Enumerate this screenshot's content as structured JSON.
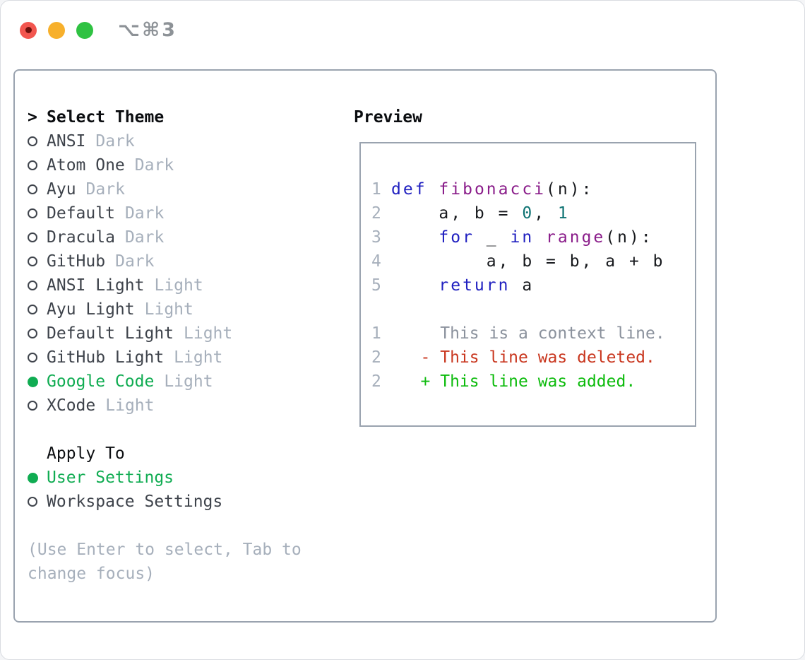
{
  "titlebar": {
    "shortcut": "⌥⌘3"
  },
  "colors": {
    "selected_green": "#10ac52",
    "diff_added_green": "#0dbb0d",
    "diff_deleted_red": "#c9371f",
    "keyword_blue": "#2020c0",
    "type_purple": "#8a1d8a",
    "literal_teal": "#0e7373",
    "muted_gray": "#a6afbb",
    "panel_border": "#9aa3af",
    "traffic_red": "#f2564f",
    "traffic_yellow": "#f7b02c",
    "traffic_green": "#2fc242"
  },
  "theme_list": {
    "prompt": ">",
    "header": "Select Theme",
    "items": [
      {
        "name": "ANSI",
        "variant": "Dark",
        "selected": false
      },
      {
        "name": "Atom One",
        "variant": "Dark",
        "selected": false
      },
      {
        "name": "Ayu",
        "variant": "Dark",
        "selected": false
      },
      {
        "name": "Default",
        "variant": "Dark",
        "selected": false
      },
      {
        "name": "Dracula",
        "variant": "Dark",
        "selected": false
      },
      {
        "name": "GitHub",
        "variant": "Dark",
        "selected": false
      },
      {
        "name": "ANSI Light",
        "variant": "Light",
        "selected": false
      },
      {
        "name": "Ayu Light",
        "variant": "Light",
        "selected": false
      },
      {
        "name": "Default Light",
        "variant": "Light",
        "selected": false
      },
      {
        "name": "GitHub Light",
        "variant": "Light",
        "selected": false
      },
      {
        "name": "Google Code",
        "variant": "Light",
        "selected": true
      },
      {
        "name": "XCode",
        "variant": "Light",
        "selected": false
      }
    ]
  },
  "apply_to": {
    "label": "Apply To",
    "options": [
      {
        "name": "User Settings",
        "selected": true
      },
      {
        "name": "Workspace Settings",
        "selected": false
      }
    ]
  },
  "hint": {
    "line1": "(Use Enter to select, Tab to",
    "line2": "change focus)"
  },
  "preview": {
    "label": "Preview",
    "code_lines": [
      {
        "ln": "1",
        "tokens": [
          {
            "t": "def",
            "c": "kwd"
          },
          {
            "t": " ",
            "c": "pln"
          },
          {
            "t": "fibonacci",
            "c": "typ"
          },
          {
            "t": "(n):",
            "c": "pln"
          }
        ]
      },
      {
        "ln": "2",
        "tokens": [
          {
            "t": "    a, b = ",
            "c": "pln"
          },
          {
            "t": "0",
            "c": "lit"
          },
          {
            "t": ", ",
            "c": "pln"
          },
          {
            "t": "1",
            "c": "lit"
          }
        ]
      },
      {
        "ln": "3",
        "tokens": [
          {
            "t": "    ",
            "c": "pln"
          },
          {
            "t": "for",
            "c": "kwd"
          },
          {
            "t": " _ ",
            "c": "pln"
          },
          {
            "t": "in",
            "c": "kwd"
          },
          {
            "t": " ",
            "c": "pln"
          },
          {
            "t": "range",
            "c": "typ"
          },
          {
            "t": "(n):",
            "c": "pln"
          }
        ]
      },
      {
        "ln": "4",
        "tokens": [
          {
            "t": "        a, b = b, a + b",
            "c": "pln"
          }
        ]
      },
      {
        "ln": "5",
        "tokens": [
          {
            "t": "    ",
            "c": "pln"
          },
          {
            "t": "return",
            "c": "kwd"
          },
          {
            "t": " a",
            "c": "pln"
          }
        ]
      },
      {
        "ln": "",
        "tokens": []
      },
      {
        "ln": "1",
        "tokens": [
          {
            "t": "     This is a context line.",
            "c": "ctx"
          }
        ]
      },
      {
        "ln": "2",
        "tokens": [
          {
            "t": "   - This line was deleted.",
            "c": "del"
          }
        ]
      },
      {
        "ln": "2",
        "tokens": [
          {
            "t": "   + This line was added.",
            "c": "add"
          }
        ]
      }
    ]
  }
}
